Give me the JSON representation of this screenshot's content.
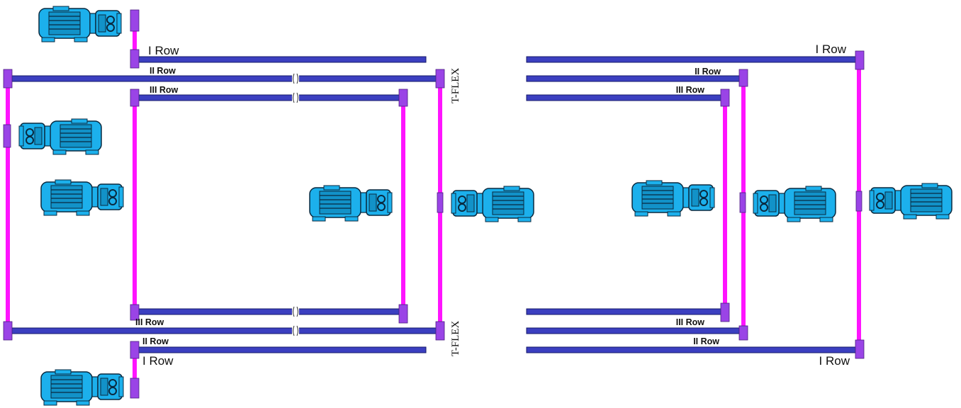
{
  "labels": {
    "row1": "I Row",
    "row2": "II Row",
    "row3": "III Row",
    "tflex": "T-FLEX"
  },
  "colors": {
    "rail": "#3b3fc0",
    "rail_outline": "#16186a",
    "post": "#ff14ff",
    "end_cap": "#9a44e6",
    "motor_body": "#1cb0ec",
    "motor_outline": "#0a2a40"
  },
  "icons": {
    "motor": "geared-motor-icon"
  }
}
